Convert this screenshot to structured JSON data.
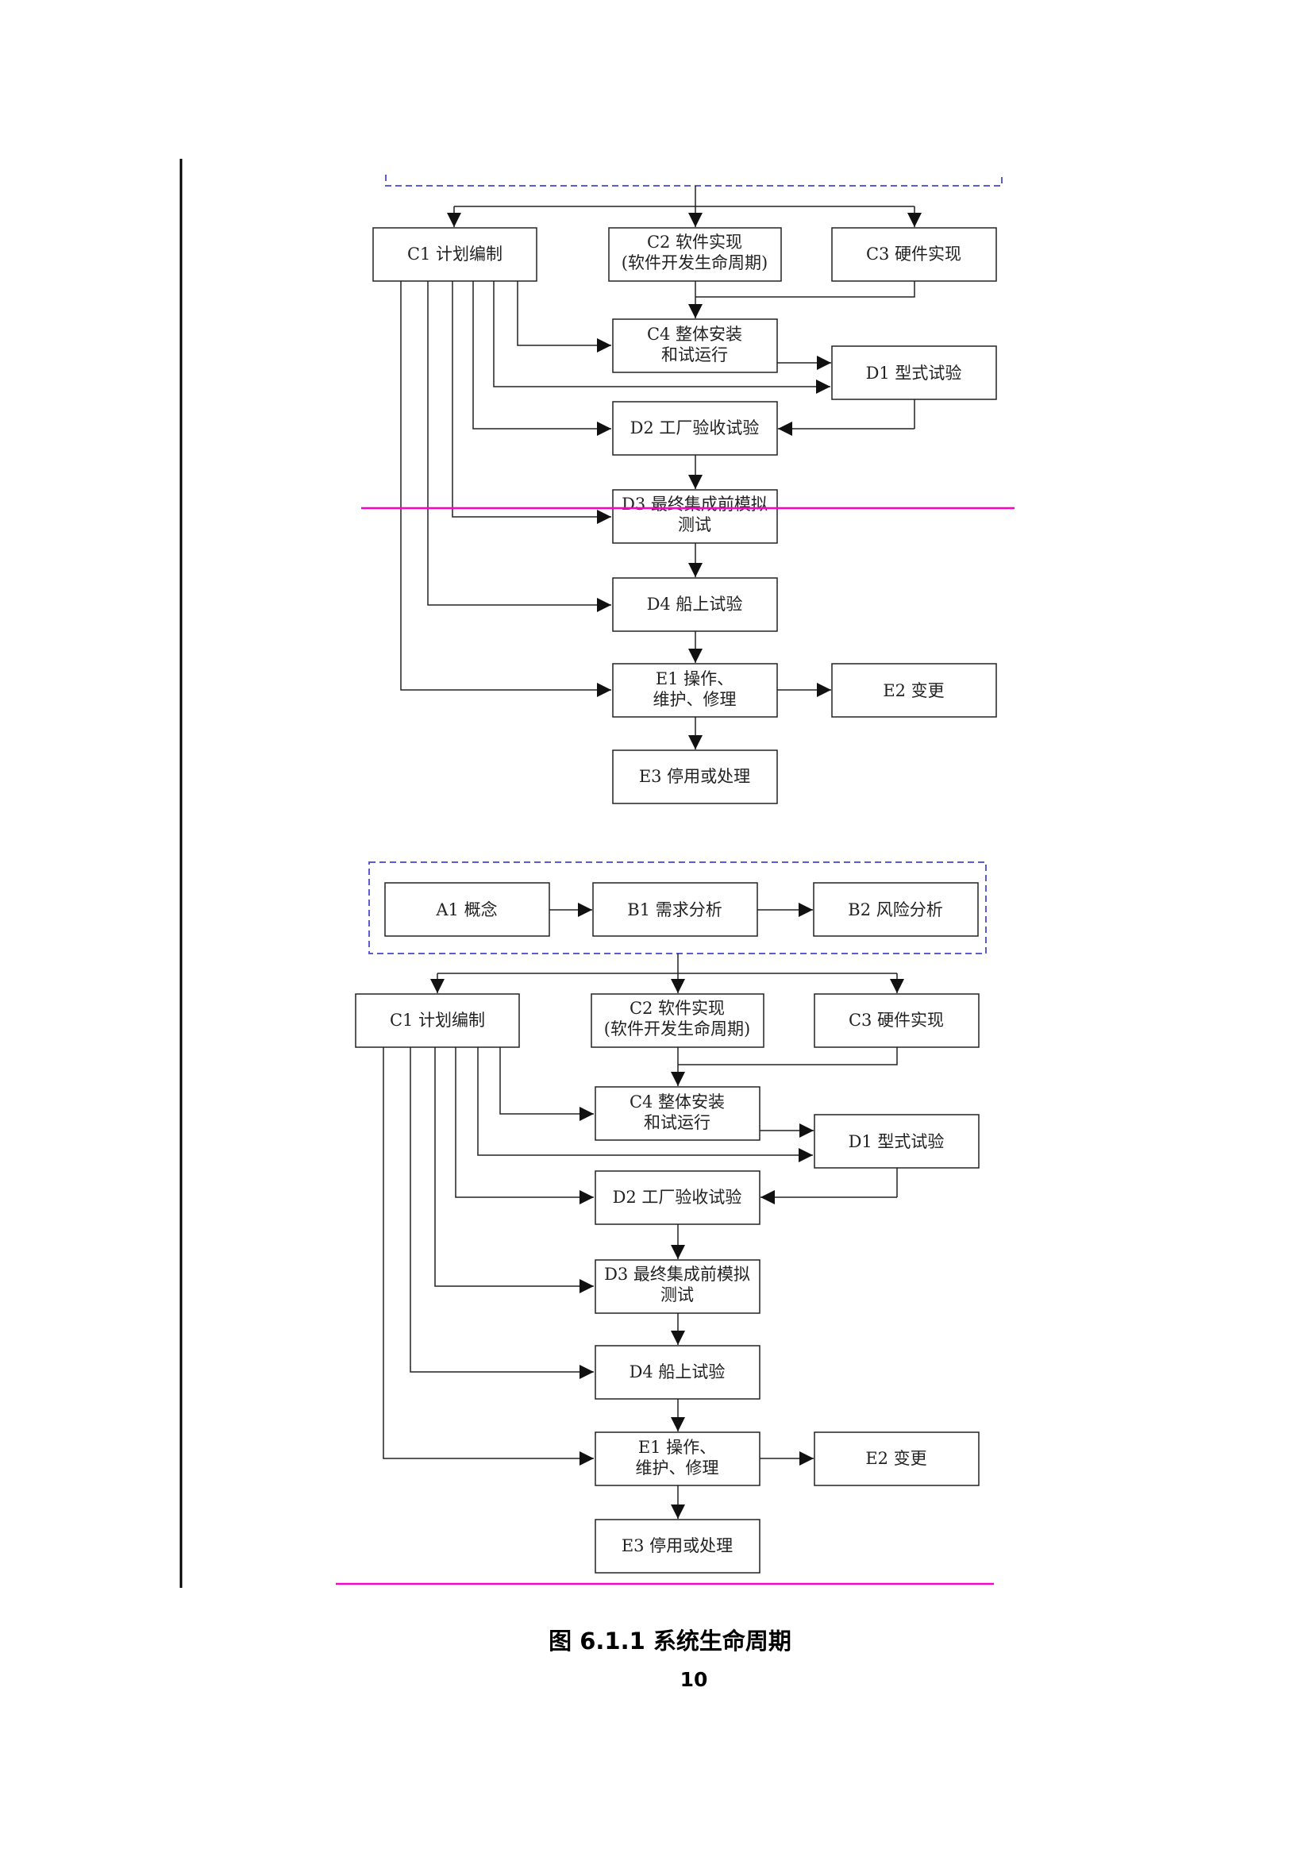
{
  "colors": {
    "box_stroke": "#222222",
    "line": "#222222",
    "dashed_group": "#5b5bd6",
    "markup_line": "#ff00cc",
    "change_bar": "#000000"
  },
  "top": {
    "c1": "C1 计划编制",
    "c2_l1": "C2 软件实现",
    "c2_l2": "(软件开发生命周期)",
    "c3": "C3 硬件实现",
    "c4_l1": "C4 整体安装",
    "c4_l2": "和试运行",
    "d1": "D1 型式试验",
    "d2": "D2 工厂验收试验",
    "d3_l1": "D3 最终集成前模拟",
    "d3_l2": "测试",
    "d4": "D4 船上试验",
    "e1_l1": "E1 操作、",
    "e1_l2": "维护、修理",
    "e2": "E2 变更",
    "e3": "E3 停用或处理"
  },
  "bottom": {
    "a1": "A1 概念",
    "b1": "B1 需求分析",
    "b2": "B2 风险分析",
    "c1": "C1 计划编制",
    "c2_l1": "C2 软件实现",
    "c2_l2": "(软件开发生命周期)",
    "c3": "C3 硬件实现",
    "c4_l1": "C4 整体安装",
    "c4_l2": "和试运行",
    "d1": "D1 型式试验",
    "d2": "D2 工厂验收试验",
    "d3_l1": "D3 最终集成前模拟",
    "d3_l2": "测试",
    "d4": "D4 船上试验",
    "e1_l1": "E1 操作、",
    "e1_l2": "维护、修理",
    "e2": "E2 变更",
    "e3": "E3 停用或处理"
  },
  "caption": "图 6.1.1   系统生命周期",
  "page_number": "10"
}
